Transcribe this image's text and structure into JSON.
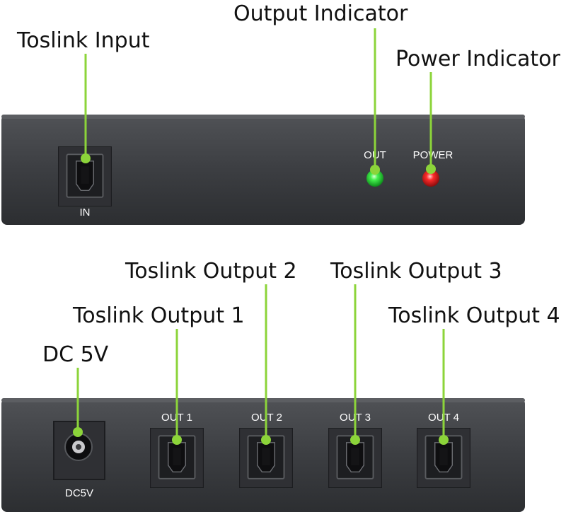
{
  "callouts": {
    "toslink_input": "Toslink Input",
    "output_indicator": "Output Indicator",
    "power_indicator": "Power Indicator",
    "toslink_output_1": "Toslink Output 1",
    "toslink_output_2": "Toslink Output 2",
    "toslink_output_3": "Toslink Output 3",
    "toslink_output_4": "Toslink Output 4",
    "dc_5v": "DC 5V"
  },
  "front_panel": {
    "in_label": "IN",
    "out_label": "OUT",
    "power_label": "POWER"
  },
  "rear_panel": {
    "dc_label": "DC5V",
    "out1_label": "OUT 1",
    "out2_label": "OUT 2",
    "out3_label": "OUT 3",
    "out4_label": "OUT 4"
  },
  "colors": {
    "leader": "#8cd43a",
    "panel": "#3c3e42",
    "output_led": "#33ee44",
    "power_led": "#ff2222"
  },
  "icons": [
    "toslink-port-icon",
    "dc-jack-icon",
    "green-led-icon",
    "red-led-icon"
  ]
}
